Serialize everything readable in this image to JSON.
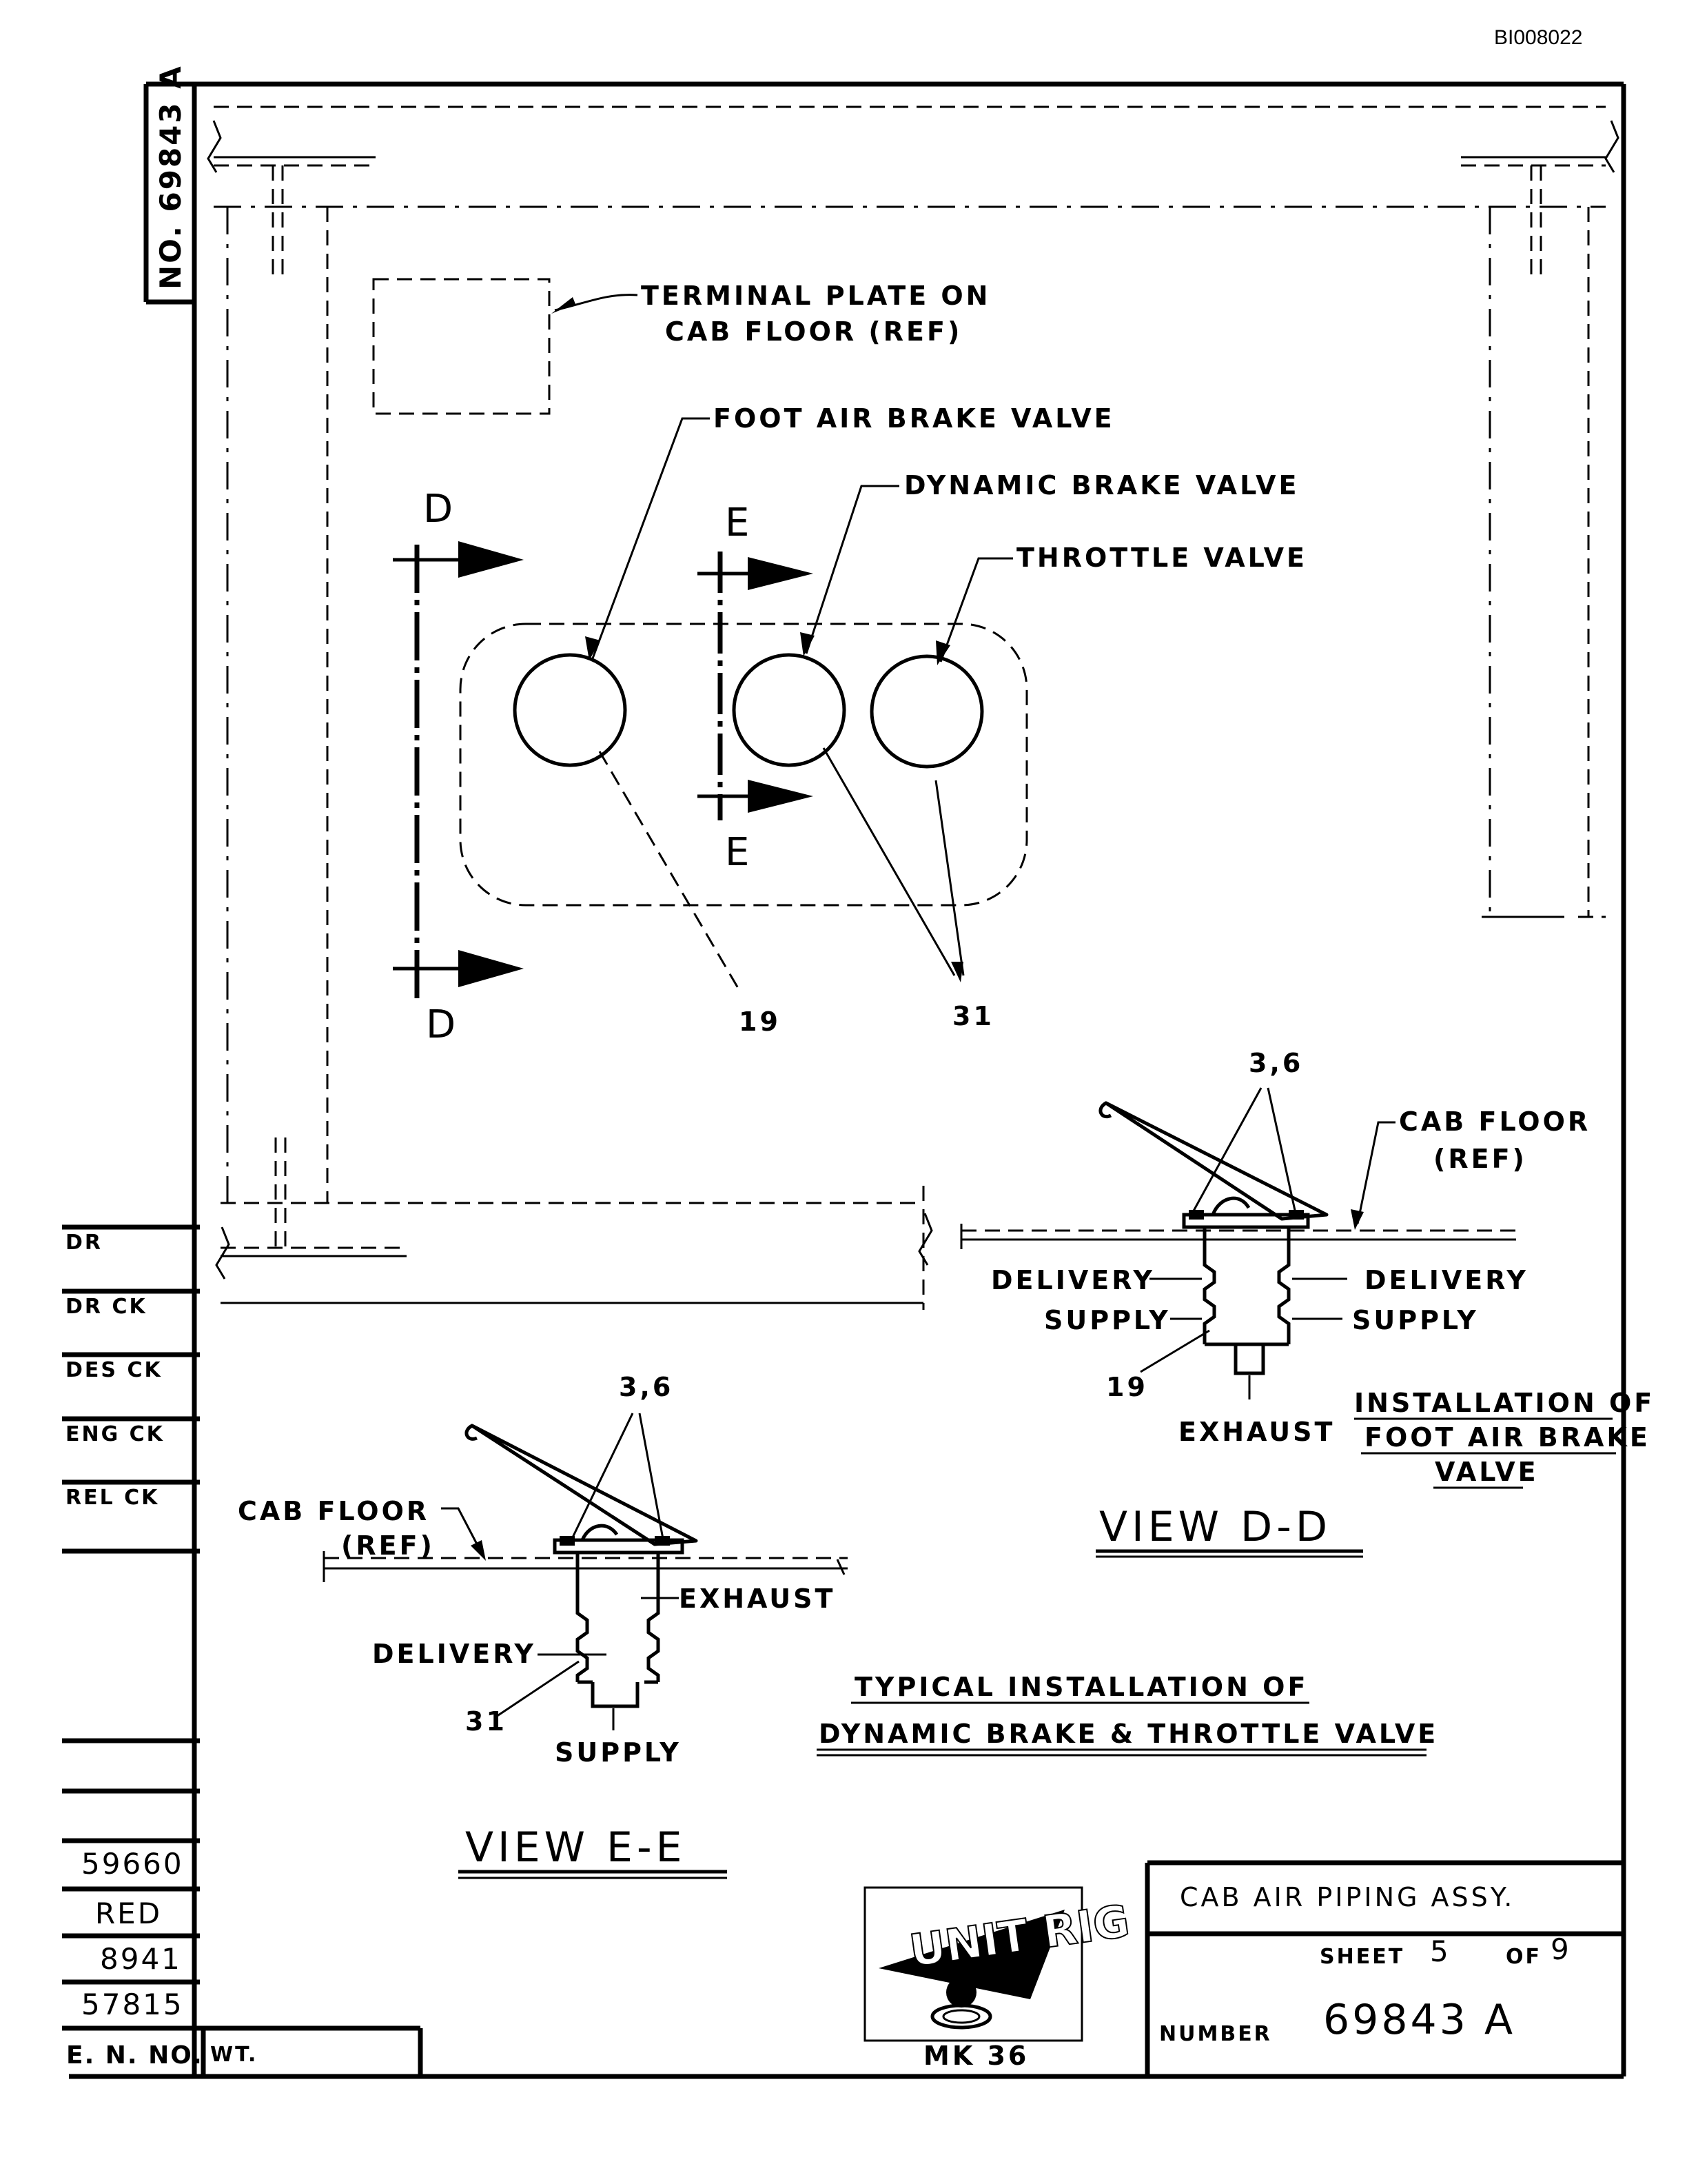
{
  "doc_id": "BI008022",
  "drawing_number_vertical": "NO. 69843 A",
  "plan_view": {
    "terminal_plate_line1": "TERMINAL PLATE ON",
    "terminal_plate_line2": "CAB FLOOR (REF)",
    "foot_air_brake_valve": "FOOT AIR BRAKE VALVE",
    "dynamic_brake_valve": "DYNAMIC BRAKE VALVE",
    "throttle_valve": "THROTTLE VALVE",
    "section_d": "D",
    "section_e": "E",
    "callout_19": "19",
    "callout_31": "31"
  },
  "view_dd": {
    "callout_36": "3,6",
    "cab_floor": "CAB FLOOR",
    "ref": "(REF)",
    "delivery_left": "DELIVERY",
    "delivery_right": "DELIVERY",
    "supply_left": "SUPPLY",
    "supply_right": "SUPPLY",
    "callout_19": "19",
    "exhaust": "EXHAUST",
    "install_line1": "INSTALLATION OF",
    "install_line2": "FOOT AIR BRAKE",
    "install_line3": "VALVE",
    "title": "VIEW D-D"
  },
  "view_ee": {
    "callout_36": "3,6",
    "cab_floor": "CAB FLOOR",
    "ref": "(REF)",
    "exhaust": "EXHAUST",
    "delivery": "DELIVERY",
    "callout_31": "31",
    "supply": "SUPPLY",
    "typical_line1": "TYPICAL INSTALLATION OF",
    "typical_line2": "DYNAMIC BRAKE & THROTTLE VALVE",
    "title": "VIEW E-E"
  },
  "left_block": {
    "check_labels": [
      "DR",
      "DR CK",
      "DES CK",
      "ENG CK",
      "REL CK"
    ],
    "en_numbers": [
      "59660",
      "RED",
      "8941",
      "57815"
    ],
    "en_no_label": "E. N. NO.",
    "wt_label": "WT."
  },
  "title_block": {
    "title": "CAB AIR PIPING ASSY.",
    "sheet_label": "SHEET",
    "sheet_number": "5",
    "of_label": "OF",
    "sheet_total": "9",
    "number_label": "NUMBER",
    "drawing_number": "69843 A",
    "logo_text": "UNIT RIG",
    "mk_label": "MK 36"
  }
}
